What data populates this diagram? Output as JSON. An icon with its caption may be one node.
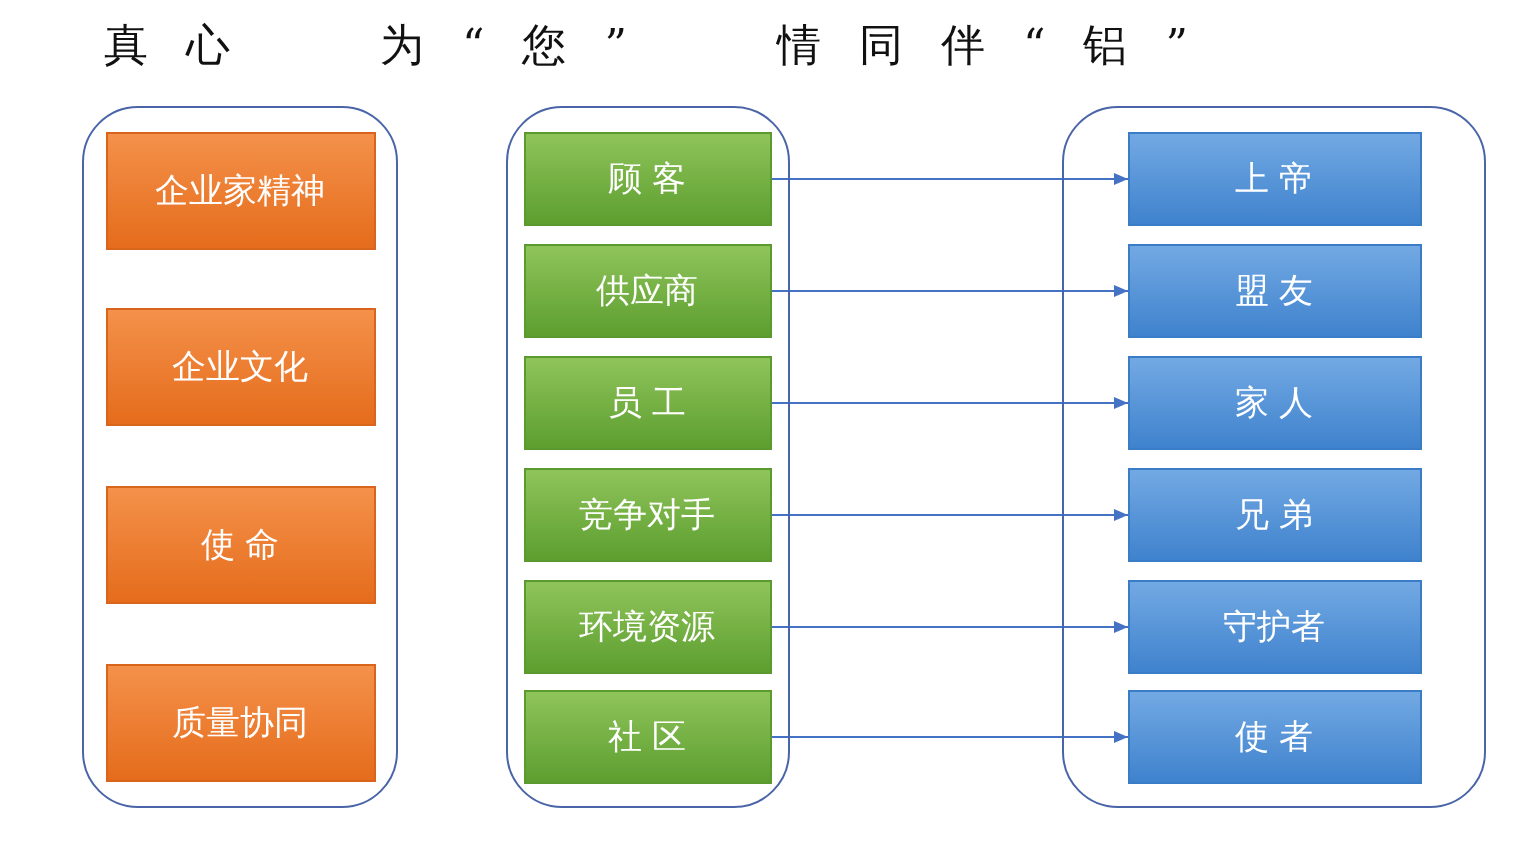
{
  "diagram": {
    "title": "真心 为“您” 情同伴“铝”",
    "nodes": [
      {
        "text": [],
        "shape": "box"
      },
      {
        "text": [
          "企业家精神"
        ],
        "in": 0
      },
      {
        "text": [
          "企业文化"
        ],
        "in": 0
      },
      {
        "text": [
          "使 命"
        ],
        "in": 0
      },
      {
        "text": [
          "质量协同"
        ],
        "in": 0
      },
      {
        "text": [],
        "shape": "box"
      },
      {
        "text": [
          "顾 客"
        ],
        "in": 5
      },
      {
        "text": [
          "供应商"
        ],
        "in": 5
      },
      {
        "text": [
          "员 工"
        ],
        "in": 5
      },
      {
        "text": [
          "竞争对手"
        ],
        "in": 5
      },
      {
        "text": [
          "环境资源"
        ],
        "in": 5
      },
      {
        "text": [
          "社 区"
        ],
        "in": 5
      },
      {
        "text": [],
        "shape": "box"
      },
      {
        "text": [
          "上 帝"
        ],
        "in": 12
      },
      {
        "text": [
          "盟 友"
        ],
        "in": 12
      },
      {
        "text": [
          "家 人"
        ],
        "in": 12
      },
      {
        "text": [
          "兄 弟"
        ],
        "in": 12
      },
      {
        "text": [
          "守护者"
        ],
        "in": 12
      },
      {
        "text": [
          "使 者"
        ],
        "in": 12
      }
    ],
    "edges": [
      {
        "from": 6,
        "to": 13,
        "arrow": "to"
      },
      {
        "from": 7,
        "to": 14,
        "arrow": "to"
      },
      {
        "from": 8,
        "to": 15,
        "arrow": "to"
      },
      {
        "from": 9,
        "to": 16,
        "arrow": "to"
      },
      {
        "from": 10,
        "to": 17,
        "arrow": "to"
      },
      {
        "from": 11,
        "to": 18,
        "arrow": "to"
      }
    ]
  }
}
